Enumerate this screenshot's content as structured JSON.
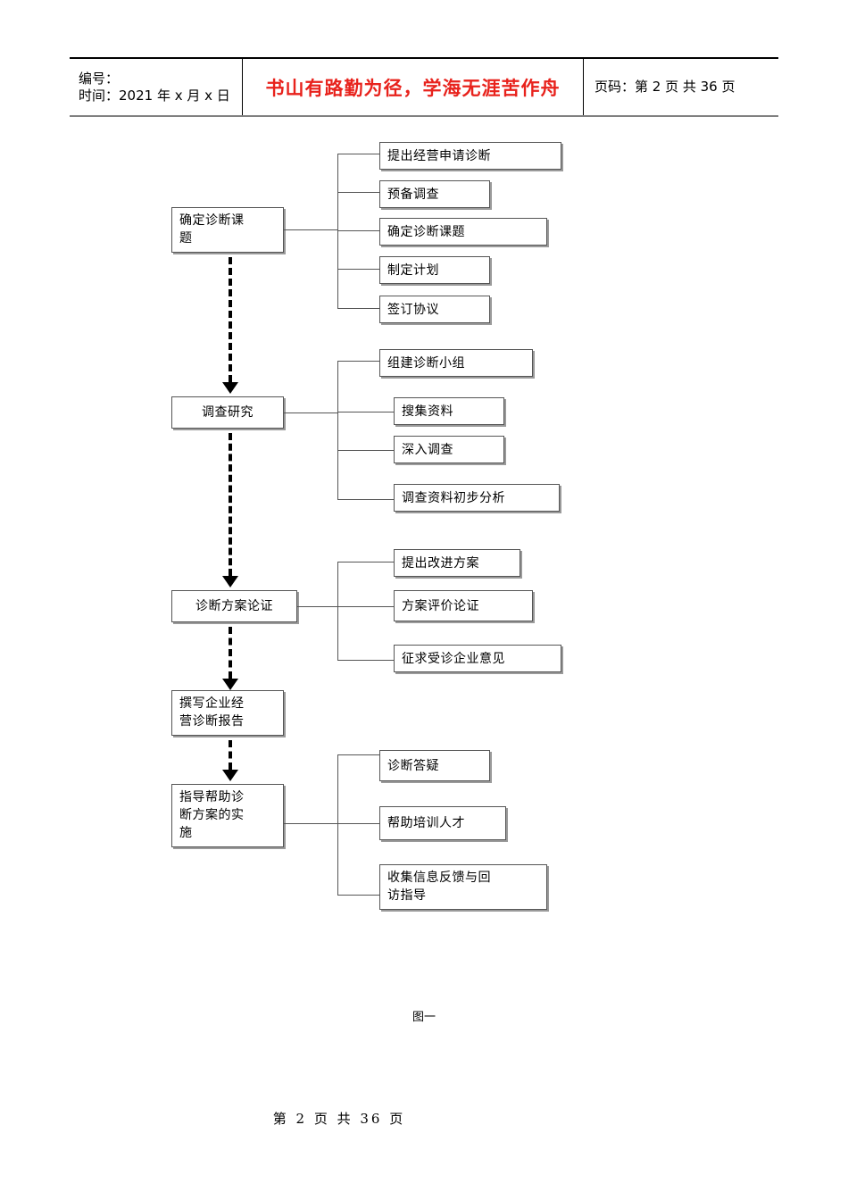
{
  "header": {
    "number_label": "编号：",
    "time_label": "时间：2021 年 x 月 x 日",
    "slogan": "书山有路勤为径，学海无涯苦作舟",
    "page_label": "页码：第 2 页  共 36 页"
  },
  "caption": "图一",
  "footer": "第 2 页 共 36 页",
  "colors": {
    "slogan_red": "#E8221C",
    "box_border": "#555555",
    "box_shadow": "#9A9A9A",
    "connector": "#555555",
    "flow_arrow": "#000000"
  },
  "flow": {
    "stages": [
      {
        "id": "stage-1",
        "label": "确定诊断课\n题",
        "items": [
          {
            "label": "提出经营申请诊断"
          },
          {
            "label": "预备调查"
          },
          {
            "label": "确定诊断课题"
          },
          {
            "label": "制定计划"
          },
          {
            "label": "签订协议"
          }
        ]
      },
      {
        "id": "stage-2",
        "label": "调查研究",
        "items": [
          {
            "label": "组建诊断小组"
          },
          {
            "label": "搜集资料"
          },
          {
            "label": "深入调查"
          },
          {
            "label": "调查资料初步分析"
          }
        ]
      },
      {
        "id": "stage-3",
        "label": "诊断方案论证",
        "items": [
          {
            "label": "提出改进方案"
          },
          {
            "label": "方案评价论证"
          },
          {
            "label": "征求受诊企业意见"
          }
        ]
      },
      {
        "id": "stage-4",
        "label": "撰写企业经\n营诊断报告",
        "items": []
      },
      {
        "id": "stage-5",
        "label": "指导帮助诊\n断方案的实\n施",
        "items": [
          {
            "label": "诊断答疑"
          },
          {
            "label": "帮助培训人才"
          },
          {
            "label": "收集信息反馈与回\n访指导"
          }
        ]
      }
    ]
  }
}
